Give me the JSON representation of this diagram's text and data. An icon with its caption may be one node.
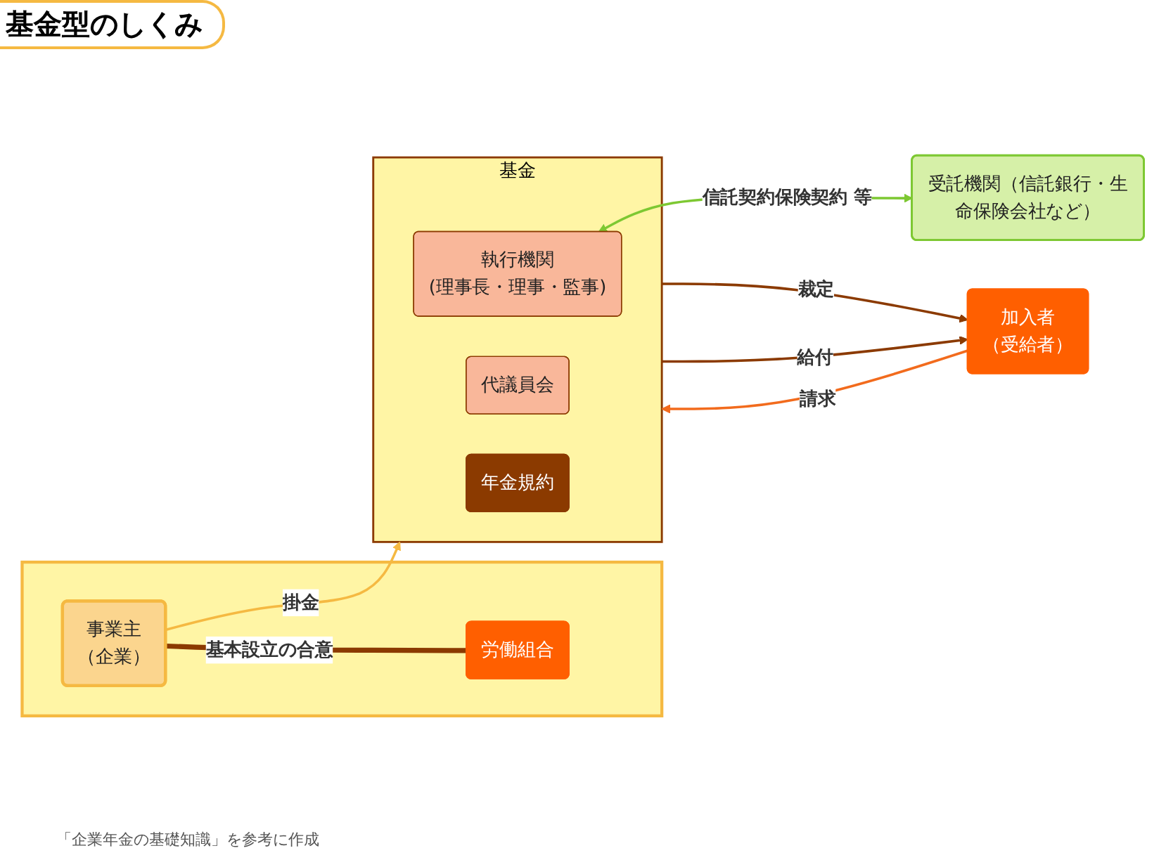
{
  "diagram": {
    "title": "基金型のしくみ",
    "caption": "「企業年金の基礎知識」を参考に作成",
    "nodes": [
      {
        "text": [],
        "shape": "box"
      },
      {
        "text": [
          "事業主",
          "（企業）"
        ],
        "in": 0
      },
      {
        "text": [
          "労働組合"
        ],
        "in": 0
      },
      {
        "text": [
          "基金"
        ]
      },
      {
        "text": [
          "執行機関",
          "(理事長・理事・監事)"
        ],
        "in": 3
      },
      {
        "text": [
          "代議員会"
        ],
        "in": 3
      },
      {
        "text": [
          "年金規約"
        ],
        "in": 3
      },
      {
        "text": [
          "受託機関（信託銀行・生命保険会社など）"
        ]
      },
      {
        "text": [
          "加入者",
          "（受給者）"
        ]
      }
    ],
    "edges": [
      {
        "from": 1,
        "to": 2,
        "arrow": "none",
        "label": "基本設立の合意",
        "style": "thick",
        "color": "#8b3a00"
      },
      {
        "from": 1,
        "to": 3,
        "arrow": "to",
        "label": "掛金",
        "color": "#f5b942"
      },
      {
        "from": 4,
        "to": 7,
        "arrow": "both",
        "label": "信託契約保険契約 等",
        "color": "#7dc832"
      },
      {
        "from": 8,
        "to": 3,
        "arrow": "to",
        "label": "請求",
        "color": "#f26b1d"
      },
      {
        "from": 3,
        "to": 8,
        "arrow": "to",
        "label": "裁定",
        "color": "#8b3a00"
      },
      {
        "from": 3,
        "to": 8,
        "arrow": "to",
        "label": "給付",
        "color": "#8b3a00"
      }
    ]
  }
}
